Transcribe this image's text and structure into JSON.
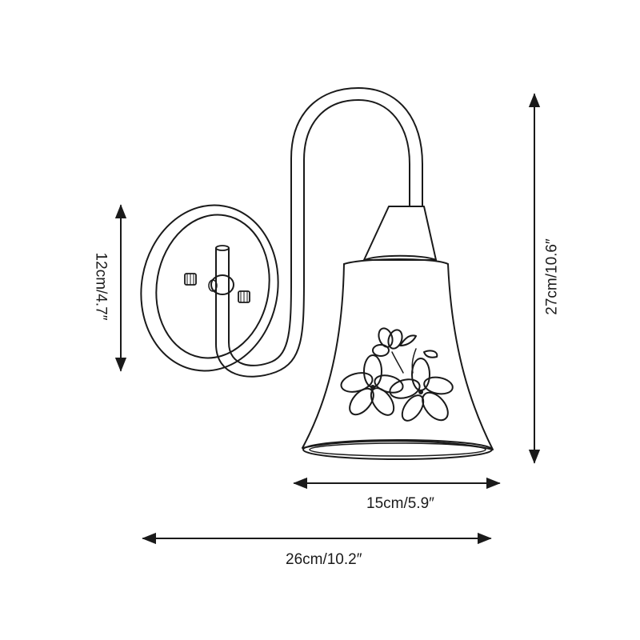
{
  "dimensions": {
    "height_total": "27cm/10.6″",
    "backplate_height": "12cm/4.7″",
    "shade_width": "15cm/5.9″",
    "total_depth": "26cm/10.2″"
  },
  "colors": {
    "line": "#1a1a1a",
    "background": "#ffffff"
  }
}
